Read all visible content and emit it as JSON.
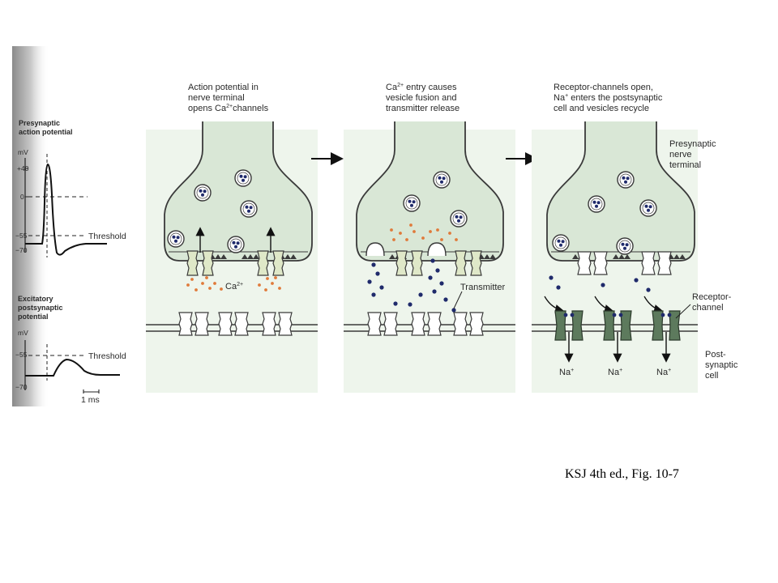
{
  "colors": {
    "panel_bg": "#eef5ec",
    "neuron_fill": "#d9e7d6",
    "outline": "#3a3a3a",
    "calcium_dot": "#e07a3a",
    "transmitter_dot": "#1f2a6b",
    "channel_closed": "#ffffff",
    "channel_ca": "#dfe8c8",
    "channel_open": "#5d7a5d"
  },
  "left_plots": {
    "presynaptic": {
      "title_line1": "Presynaptic",
      "title_line2": "action potential",
      "unit": "mV",
      "ticks": [
        "+40",
        "0",
        "−55",
        "−70"
      ],
      "threshold_label": "Threshold"
    },
    "postsynaptic": {
      "title_line1": "Excitatory",
      "title_line2": "postsynaptic",
      "title_line3": "potential",
      "unit": "mV",
      "ticks": [
        "−55",
        "−70"
      ],
      "threshold_label": "Threshold",
      "scale_label": "1 ms"
    }
  },
  "panel1": {
    "line1": "Action potential in",
    "line2": "nerve terminal",
    "line3_pre": "opens Ca",
    "line3_sup": "2+",
    "line3_post": "channels",
    "ion_label": "Ca",
    "ion_sup": "2+"
  },
  "panel2": {
    "line1_pre": "Ca",
    "line1_sup": "2+",
    "line1_post": " entry causes",
    "line2": "vesicle fusion and",
    "line3": "transmitter release",
    "transmitter_label": "Transmitter"
  },
  "panel3": {
    "line1": "Receptor-channels open,",
    "line2_pre": "Na",
    "line2_sup": "+",
    "line2_post": " enters the postsynaptic",
    "line3": "cell and vesicles recycle",
    "presyn_label_1": "Presynaptic",
    "presyn_label_2": "nerve",
    "presyn_label_3": "terminal",
    "receptor_label_1": "Receptor-",
    "receptor_label_2": "channel",
    "postsyn_label_1": "Post-",
    "postsyn_label_2": "synaptic",
    "postsyn_label_3": "cell",
    "na_label": "Na",
    "na_sup": "+"
  },
  "caption": "KSJ 4th ed., Fig. 10-7"
}
